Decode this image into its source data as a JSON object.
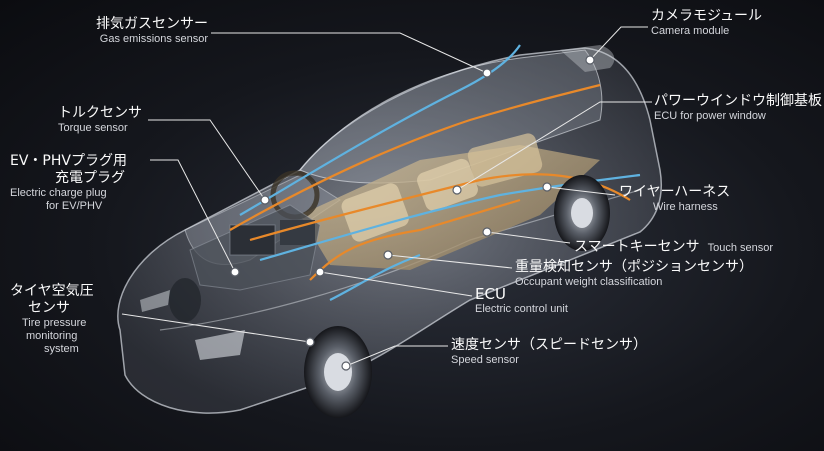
{
  "callouts": [
    {
      "ja": "排気ガスセンサー",
      "en": "Gas emissions sensor"
    },
    {
      "ja": "カメラモジュール",
      "en": "Camera module"
    },
    {
      "ja": "トルクセンサ",
      "en": "Torque sensor"
    },
    {
      "ja": "パワーウインドウ制御基板",
      "en": "ECU for power window"
    },
    {
      "ja": "EV・PHVプラグ用",
      "ja2": "充電プラグ",
      "en": "Electric charge plug",
      "en2": "for EV/PHV"
    },
    {
      "ja": "ワイヤーハーネス",
      "en": "Wire harness"
    },
    {
      "ja": "スマートキーセンサ",
      "en": "Touch sensor"
    },
    {
      "ja": "重量検知センサ（ポジションセンサ）",
      "en": "Occupant weight classification"
    },
    {
      "ja": "タイヤ空気圧",
      "ja2": "センサ",
      "en": "Tire pressure",
      "en2": "monitoring",
      "en3": "system"
    },
    {
      "ja": "ECU",
      "en": "Electric control unit"
    },
    {
      "ja": "速度センサ（スピードセンサ）",
      "en": "Speed sensor"
    }
  ],
  "colors": {
    "background": "#15171d",
    "callout_line": "#e8e8e8",
    "harness_orange": "#e8892a",
    "harness_blue": "#5fb2e0",
    "cabin_beige": "#c9b38a"
  }
}
